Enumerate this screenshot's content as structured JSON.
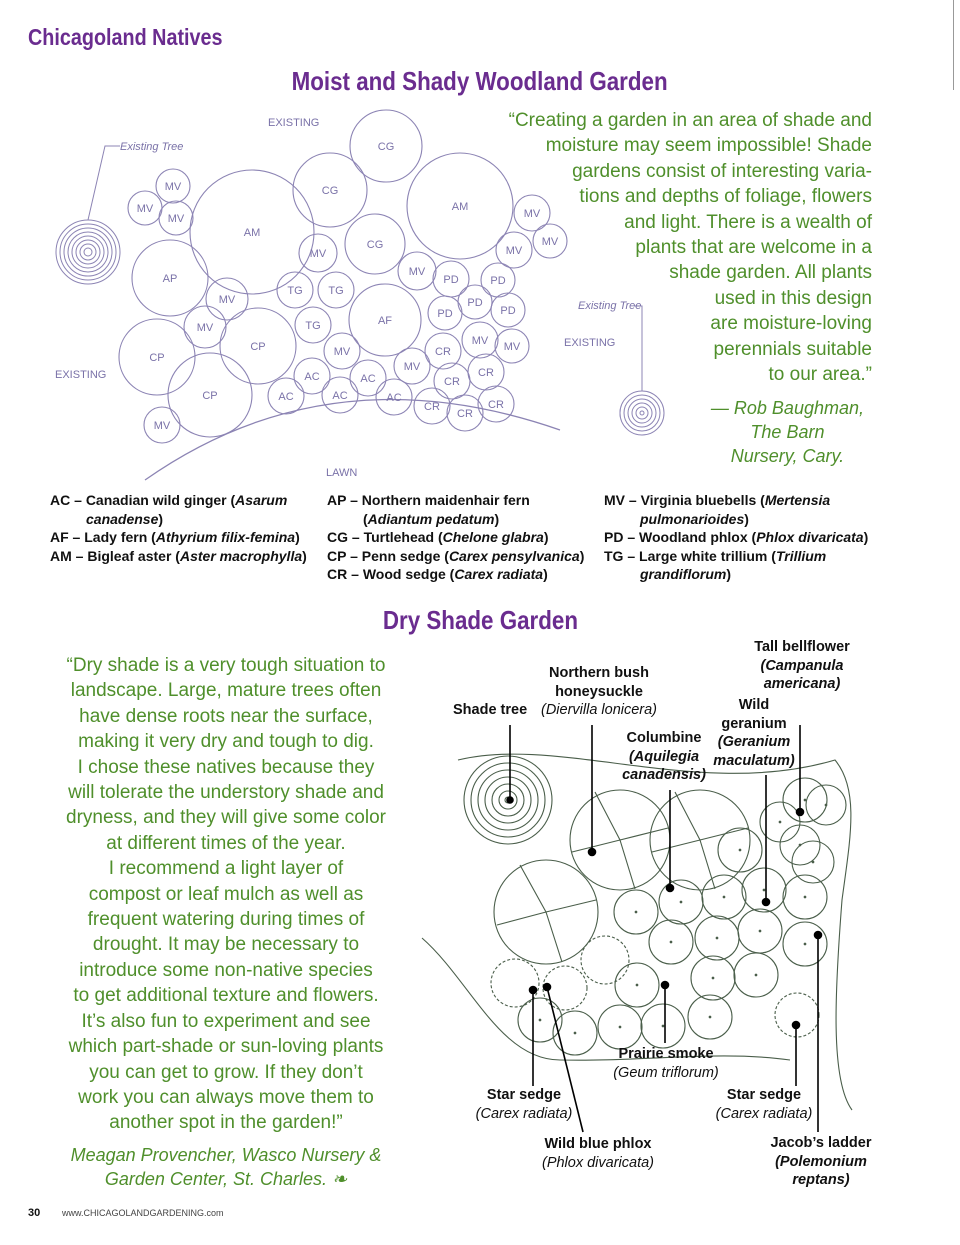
{
  "header": {
    "section_label": "Chicagoland Natives"
  },
  "woodland": {
    "title": "Moist and Shady Woodland Garden",
    "quote_lines": [
      "“Creating a garden in an area of shade and",
      "moisture may seem impossible! Shade",
      "gardens consist of interesting varia-",
      "tions and depths of foliage, flowers",
      "and light. There is a  wealth of",
      "plants that are welcome in a",
      "shade garden. All plants",
      "used in this design",
      "are moisture-loving",
      "perennials suitable",
      "to our area.”"
    ],
    "attribution_lines": [
      "— Rob Baughman,",
      "The Barn",
      "Nursery, Cary."
    ],
    "plan_labels": {
      "existing_top": "EXISTING",
      "existing_left": "EXISTING",
      "existing_right": "EXISTING",
      "existing_tree_left": "Existing Tree",
      "existing_tree_right": "Existing Tree",
      "lawn": "LAWN"
    },
    "legend": {
      "col1": [
        {
          "code": "AC",
          "common": "Canadian wild ginger",
          "latin_a": "Asarum",
          "latin_b": "canadense"
        },
        {
          "code": "AF",
          "common": "Lady fern",
          "latin_a": "Athyrium filix-femina",
          "latin_b": ""
        },
        {
          "code": "AM",
          "common": "Bigleaf aster",
          "latin_a": "Aster macrophylla",
          "latin_b": ""
        }
      ],
      "col2": [
        {
          "code": "AP",
          "common": "Northern maidenhair fern",
          "latin_a": "",
          "latin_b": "Adiantum pedatum"
        },
        {
          "code": "CG",
          "common": "Turtlehead",
          "latin_a": "Chelone glabra",
          "latin_b": ""
        },
        {
          "code": "CP",
          "common": "Penn sedge",
          "latin_a": "Carex pensylvanica",
          "latin_b": ""
        },
        {
          "code": "CR",
          "common": "Wood sedge",
          "latin_a": "Carex radiata",
          "latin_b": ""
        }
      ],
      "col3": [
        {
          "code": "MV",
          "common": "Virginia bluebells",
          "latin_a": "Mertensia",
          "latin_b": "pulmonarioides"
        },
        {
          "code": "PD",
          "common": "Woodland phlox",
          "latin_a": "Phlox divaricata",
          "latin_b": ""
        },
        {
          "code": "TG",
          "common": "Large white trillium",
          "latin_a": "Trillium",
          "latin_b": "grandiflorum"
        }
      ]
    }
  },
  "dry": {
    "title": "Dry Shade Garden",
    "quote_lines": [
      "“Dry shade is a very tough situation to",
      "landscape. Large, mature trees often",
      "have dense roots near the surface,",
      "making it very dry and tough to dig.",
      "I chose these natives because they",
      "will tolerate the understory shade and",
      "dryness, and they will give some color",
      "at different times of the year.",
      "I recommend a light layer of",
      "compost or leaf mulch as well as",
      "frequent watering during times of",
      "drought. It may be necessary to",
      "introduce some non-native species",
      "to get additional texture and flowers.",
      "It’s also fun to experiment and see",
      "which part-shade or sun-loving plants",
      "you can get to grow. If they don’t",
      "work you can always move them to",
      "another spot in the garden!”"
    ],
    "attribution_lines": [
      "Meagan Provencher, Wasco Nursery &",
      "Garden Center, St. Charles. ❧"
    ],
    "labels": {
      "shade_tree": "Shade tree",
      "honeysuckle_1": "Northern bush",
      "honeysuckle_2": "honeysuckle",
      "honeysuckle_3": "(Diervilla lonicera)",
      "bellflower_1": "Tall bellflower",
      "bellflower_2": "(Campanula",
      "bellflower_3": "americana)",
      "geranium_1": "Wild",
      "geranium_2": "geranium",
      "geranium_3": "(Geranium",
      "geranium_4": "maculatum)",
      "columbine_1": "Columbine",
      "columbine_2": "(Aquilegia",
      "columbine_3": "canadensis)",
      "prairie_smoke_1": "Prairie smoke",
      "prairie_smoke_2": "(Geum triflorum)",
      "star_sedge_left_1": "Star sedge",
      "star_sedge_left_2": "(Carex radiata)",
      "star_sedge_right_1": "Star sedge",
      "star_sedge_right_2": "(Carex radiata)",
      "phlox_1": "Wild blue phlox",
      "phlox_2": "(Phlox divaricata)",
      "jacobs_1": "Jacob’s ladder",
      "jacobs_2": "(Polemonium",
      "jacobs_3": "reptans)"
    }
  },
  "footer": {
    "page_number": "30",
    "url": "www.CHICAGOLANDGARDENING.com"
  },
  "colors": {
    "title_purple": "#6a2c8f",
    "quote_green": "#4f8f2b",
    "plan_line": "#8c84b4",
    "dry_line": "#4a5e4a"
  }
}
